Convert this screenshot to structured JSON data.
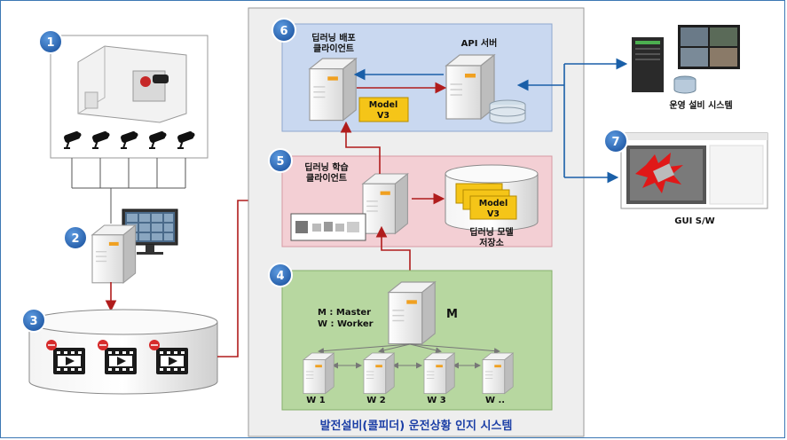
{
  "badges": [
    "1",
    "2",
    "3",
    "4",
    "5",
    "6",
    "7"
  ],
  "system": {
    "title": "발전설비(콜피더) 운전상황 인지 시스템"
  },
  "deploy": {
    "title_line1": "딥러닝 배포",
    "title_line2": "클라이언트",
    "api_server": "API 서버",
    "model_line1": "Model",
    "model_line2": "V3"
  },
  "training": {
    "title_line1": "딥러닝 학습",
    "title_line2": "클라이언트",
    "store_line1": "딥러닝 모델",
    "store_line2": "저장소",
    "model_line1": "Model",
    "model_line2": "V3"
  },
  "cluster": {
    "legend_master": "M : Master",
    "legend_worker": "W : Worker",
    "master_label": "M",
    "workers": [
      "W 1",
      "W 2",
      "W 3",
      "W .."
    ]
  },
  "external": {
    "ops_system": "운영 설비 시스템",
    "gui": "GUI S/W"
  },
  "colors": {
    "badge": "#2f6fbf",
    "deploy_bg": "#c9d8f0",
    "train_bg": "#f3cfd4",
    "cluster_bg": "#b7d7a0",
    "system_bg": "#eeeeee",
    "model_box": "#f5c518",
    "arrow_red": "#b01c1c",
    "arrow_blue": "#1a5fa8",
    "title_blue": "#1c3fa6"
  }
}
